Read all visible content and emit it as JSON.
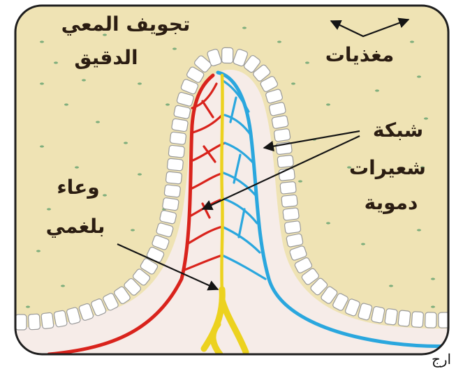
{
  "labels": {
    "lumen": [
      "تجويف المعي",
      "الدقيق"
    ],
    "nutrients": "مغذيات",
    "capillary": [
      "شبكة",
      "شعيرات",
      "دموية"
    ],
    "lymph": [
      "وعاء",
      "بلغمي"
    ],
    "corner_fragment": "ارج"
  },
  "colors": {
    "background": "#efe3b4",
    "dots": "#7fae7c",
    "frame": "#1e1e1e",
    "interior": "#f6ece8",
    "artery": "#d9231c",
    "vein": "#2aa7de",
    "lymph": "#ecd21f",
    "cells": "#ffffff",
    "arrows": "#141414"
  }
}
